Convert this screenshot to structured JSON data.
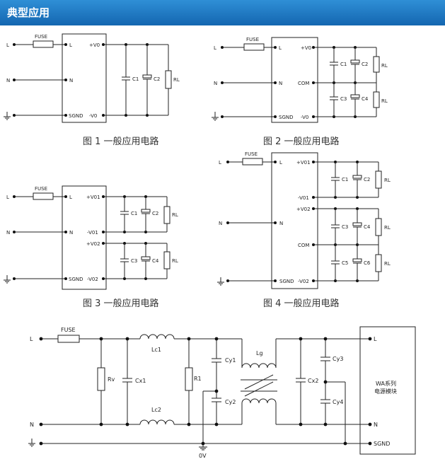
{
  "header": {
    "title": "典型应用"
  },
  "captions": {
    "fig1": "图 1  一般应用电路",
    "fig2": "图 2  一般应用电路",
    "fig3": "图 3  一般应用电路",
    "fig4": "图 4  一般应用电路"
  },
  "labels": {
    "L": "L",
    "N": "N",
    "FUSE": "FUSE",
    "SGND": "SGND",
    "V0p": "+V0",
    "V0n": "-V0",
    "COM": "COM",
    "V01p": "+V01",
    "V01n": "-V01",
    "V02p": "+V02",
    "V02n": "-V02",
    "C1": "C1",
    "C2": "C2",
    "C3": "C3",
    "C4": "C4",
    "C5": "C5",
    "C6": "C6",
    "RL": "RL",
    "Rv": "Rv",
    "Cx1": "Cx1",
    "Lc1": "Lc1",
    "Lc2": "Lc2",
    "R1": "R1",
    "Cy1": "Cy1",
    "Cy2": "Cy2",
    "Lg": "Lg",
    "Cx2": "Cx2",
    "Cy3": "Cy3",
    "Cy4": "Cy4",
    "module_line1": "WA系列",
    "module_line2": "电源模块",
    "zeroV": "0V"
  }
}
